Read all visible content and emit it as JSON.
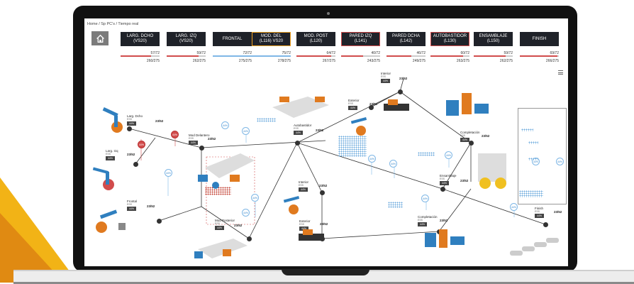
{
  "breadcrumb": "Home / Sp PC's / Tiempo real",
  "stations": [
    {
      "line1": "LARG. DCHO",
      "line2": "(VS20)",
      "count": "57/72",
      "total": "260/275",
      "border": "",
      "progress": 0.79,
      "barcolor": "#d14c4c"
    },
    {
      "line1": "LARG. IZQ",
      "line2": "(VS20)",
      "count": "59/72",
      "total": "262/275",
      "border": "",
      "progress": 0.82,
      "barcolor": "#d14c4c"
    },
    {
      "line1": "FRONTAL",
      "line2": "",
      "count": "72/72",
      "total": "275/275",
      "border": "",
      "progress": 1.0,
      "barcolor": "#7fb7e6"
    },
    {
      "line1": "MOD. DEL",
      "line2": "(L116) VS20",
      "count": "75/72",
      "total": "278/275",
      "border": "#f0a020",
      "progress": 1.0,
      "barcolor": "#7fb7e6"
    },
    {
      "line1": "MOD. POST",
      "line2": "(L120)",
      "count": "64/72",
      "total": "267/275",
      "border": "",
      "progress": 0.89,
      "barcolor": "#d14c4c"
    },
    {
      "line1": "PARED IZQ",
      "line2": "(L141)",
      "count": "40/72",
      "total": "243/275",
      "border": "#d14c4c",
      "progress": 0.56,
      "barcolor": "#d14c4c"
    },
    {
      "line1": "PARED DCHA",
      "line2": "(L142)",
      "count": "46/72",
      "total": "249/275",
      "border": "",
      "progress": 0.64,
      "barcolor": "#d14c4c"
    },
    {
      "line1": "AUTOBASTIDOR",
      "line2": "(L130)",
      "count": "60/72",
      "total": "263/275",
      "border": "#d14c4c",
      "progress": 0.83,
      "barcolor": "#d14c4c"
    },
    {
      "line1": "ENSAMBLAJE",
      "line2": "(L150)",
      "count": "59/72",
      "total": "262/275",
      "border": "",
      "progress": 0.82,
      "barcolor": "#d14c4c"
    },
    {
      "line1": "FINISH",
      "line2": "",
      "count": "69/72",
      "total": "266/275",
      "border": "",
      "progress": 0.96,
      "barcolor": "#d14c4c"
    }
  ],
  "nodes": {
    "larg_dcho": {
      "name": "Larg. Dcho",
      "sub": "ESS",
      "pct": "44%",
      "count": "23/52"
    },
    "larg_izq": {
      "name": "Larg. Izq",
      "sub": "ESS",
      "pct": "44%",
      "count": "23/52"
    },
    "frontal": {
      "name": "Frontal",
      "sub": "ESS",
      "pct": "44%",
      "count": "23/52"
    },
    "mod_delantero": {
      "name": "Mod Delantero",
      "sub": "ESS",
      "pct": "44%",
      "count": "23/52"
    },
    "mod_posterior": {
      "name": "Mod Posterior",
      "sub": "ESS",
      "pct": "44%",
      "count": "23/52"
    },
    "autobastidor": {
      "name": "Autobastidor",
      "sub": "ESS",
      "pct": "44%",
      "count": "23/52"
    },
    "interior_top": {
      "name": "Interior",
      "sub": "ESS",
      "pct": "44%",
      "count": "23/52"
    },
    "exterior_top": {
      "name": "Exterior",
      "sub": "ESS",
      "pct": "44%",
      "count": "23/52"
    },
    "interior_bot": {
      "name": "Interior",
      "sub": "ESS",
      "pct": "44%",
      "count": "23/52"
    },
    "exterior_bot": {
      "name": "Exterior",
      "sub": "ESS",
      "pct": "44%",
      "count": "23/52"
    },
    "completacion_top": {
      "name": "Completación",
      "sub": "ESS",
      "pct": "44%",
      "count": "23/52"
    },
    "completacion_bot": {
      "name": "Completación",
      "sub": "ESS",
      "pct": "44%",
      "count": "23/52"
    },
    "ensamblaje": {
      "name": "Ensamblaje",
      "sub": "ESS",
      "pct": "44%",
      "count": "23/52"
    },
    "finish": {
      "name": "Finish",
      "sub": "ESS",
      "pct": "44%",
      "count": "23/52"
    }
  },
  "drop_label": "44%",
  "colors": {
    "accent_blue": "#7fb7e6",
    "alert_red": "#d14c4c",
    "station_bg": "#1f2229",
    "robot_blue": "#2f7fbf",
    "robot_orange": "#e07a1f"
  }
}
